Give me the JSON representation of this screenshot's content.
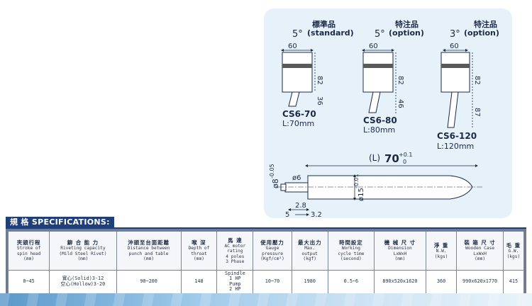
{
  "diagram": {
    "models": [
      {
        "angle": "5°",
        "grade": "標準品",
        "grade_en": "(standard)",
        "width": "60",
        "body": "82",
        "tip": "36",
        "name": "CS6-70",
        "length": "L:70mm"
      },
      {
        "angle": "5°",
        "grade": "特注品",
        "grade_en": "(option)",
        "width": "60",
        "body": "82",
        "tip": "46",
        "name": "CS6-80",
        "length": "L:80mm"
      },
      {
        "angle": "3°",
        "grade": "特注品",
        "grade_en": "(option)",
        "width": "60",
        "body": "82",
        "tip": "87",
        "name": "CS6-120",
        "length": "L:120mm"
      }
    ],
    "rivet": {
      "length_label": "(L)",
      "length_value": "70",
      "length_tol_upper": "+0.1",
      "length_tol_lower": "0",
      "shank_dia": "ø8",
      "shank_tol": "-0.05",
      "tip_dia": "ø6",
      "body_dia": "ø15",
      "body_tol": "-0.01",
      "dim_a": "2.8",
      "dim_b": "3.2",
      "dim_c": "5"
    }
  },
  "specs": {
    "title": "規 格 SPECIFICATIONS:",
    "headers": [
      {
        "zh": "夾頭行程",
        "en": [
          "Stroke of",
          "spin head",
          "(mm)"
        ]
      },
      {
        "zh": "鉚 合 能 力",
        "en": [
          "Riveting capacity",
          "(Mild Steel Rivet)",
          "(mm)"
        ]
      },
      {
        "zh": "沖頭至台面距離",
        "en": [
          "Distance between",
          "punch and table",
          "(mm)"
        ]
      },
      {
        "zh": "喉 深",
        "en": [
          "Depth of",
          "throat",
          "(mm)"
        ]
      },
      {
        "zh": "馬 達",
        "en": [
          "AC motor",
          "rating",
          "4 poles",
          "3 Phase"
        ]
      },
      {
        "zh": "使用壓力",
        "en": [
          "Gauge",
          "pressure",
          "(Kgf/cm²)"
        ]
      },
      {
        "zh": "最大出力",
        "en": [
          "Max.",
          "output",
          "(kgf)"
        ]
      },
      {
        "zh": "時間設定",
        "en": [
          "Working",
          "cycle time",
          "(second)"
        ]
      },
      {
        "zh": "機 械 尺 寸",
        "en": [
          "Dimension",
          "LxWxH",
          "(mm)"
        ]
      },
      {
        "zh": "淨 重",
        "en": [
          "N.W.",
          "(kgs)"
        ]
      },
      {
        "zh": "裝 箱 尺 寸",
        "en": [
          "Wooden Case",
          "LxWxH",
          "(mm)"
        ]
      },
      {
        "zh": "毛 重",
        "en": [
          "G.W.",
          "(kgs)"
        ]
      }
    ],
    "row": [
      [
        "0~45"
      ],
      [
        "實心(Solid)3-12",
        "空心(Hollow)3-20"
      ],
      [
        "90~200"
      ],
      [
        "148"
      ],
      [
        "Spindle",
        "1 HP",
        "Pump",
        "2 HP"
      ],
      [
        "10~70"
      ],
      [
        "1980"
      ],
      [
        "0.5~6"
      ],
      [
        "890x520x1620"
      ],
      [
        "360"
      ],
      [
        "990x620x1770"
      ],
      [
        "415"
      ]
    ]
  }
}
